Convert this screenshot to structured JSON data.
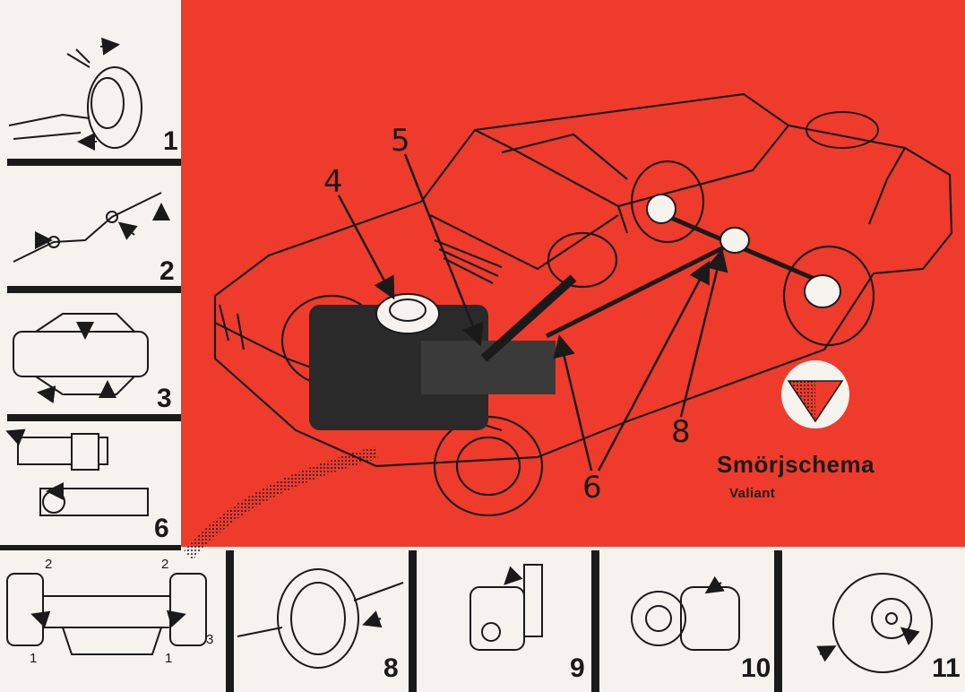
{
  "title": "Smörjschema",
  "subtitle": "Valiant",
  "callouts": [
    "4",
    "5",
    "6",
    "8"
  ],
  "panels": {
    "left": [
      "1",
      "2",
      "3",
      "6"
    ],
    "bottom": [
      "8",
      "9",
      "10",
      "11"
    ]
  },
  "axle_labels": {
    "top_left": "2",
    "top_right": "2",
    "bottom_left": "1",
    "bottom_right": "1",
    "right": "3"
  },
  "brand_logo_colors": {
    "triangle": "#ef3b2c",
    "shadow": "#555555"
  },
  "colors": {
    "accent": "#ef3b2c",
    "ink": "#1a1a1a",
    "paper": "#f6f2ee"
  }
}
